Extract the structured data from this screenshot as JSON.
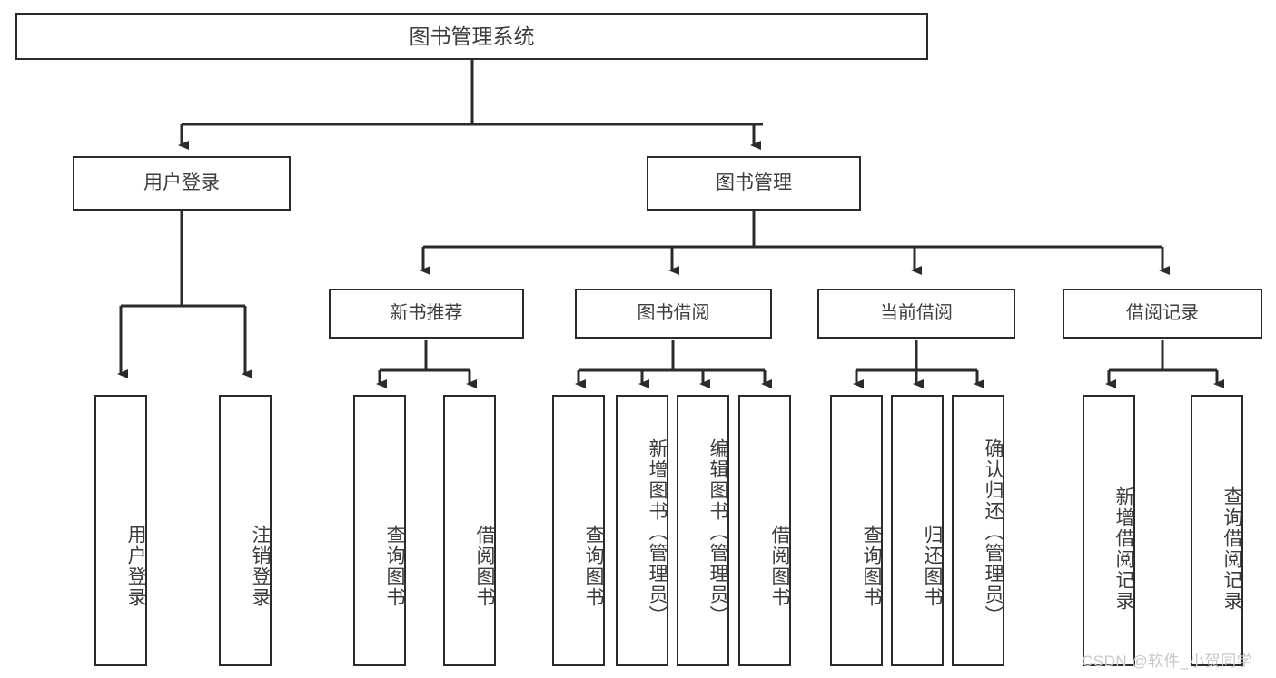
{
  "diagram": {
    "title": "图书管理系统",
    "type": "hierarchy-tree",
    "root": {
      "label": "图书管理系统"
    },
    "level1": [
      {
        "label": "用户登录"
      },
      {
        "label": "图书管理"
      }
    ],
    "level2": [
      {
        "label": "新书推荐",
        "parent": "图书管理"
      },
      {
        "label": "图书借阅",
        "parent": "图书管理"
      },
      {
        "label": "当前借阅",
        "parent": "图书管理"
      },
      {
        "label": "借阅记录",
        "parent": "图书管理"
      }
    ],
    "leaves": {
      "user_login": [
        {
          "label": "用户登录"
        },
        {
          "label": "注销登录"
        }
      ],
      "new_book_recommend": [
        {
          "label": "查询图书"
        },
        {
          "label": "借阅图书"
        }
      ],
      "book_borrow": [
        {
          "label": "查询图书"
        },
        {
          "label": "新增图书（管理员）"
        },
        {
          "label": "编辑图书（管理员）"
        },
        {
          "label": "借阅图书"
        }
      ],
      "current_borrow": [
        {
          "label": "查询图书"
        },
        {
          "label": "归还图书"
        },
        {
          "label": "确认归还（管理员）"
        }
      ],
      "borrow_record": [
        {
          "label": "新增借阅记录"
        },
        {
          "label": "查询借阅记录"
        }
      ]
    }
  },
  "watermark": {
    "text": "CSDN @软件_小贺同学"
  },
  "colors": {
    "stroke": "#2b2b2b",
    "text": "#3c3c3c",
    "background": "#ffffff",
    "watermark": "#c8c8c8"
  }
}
